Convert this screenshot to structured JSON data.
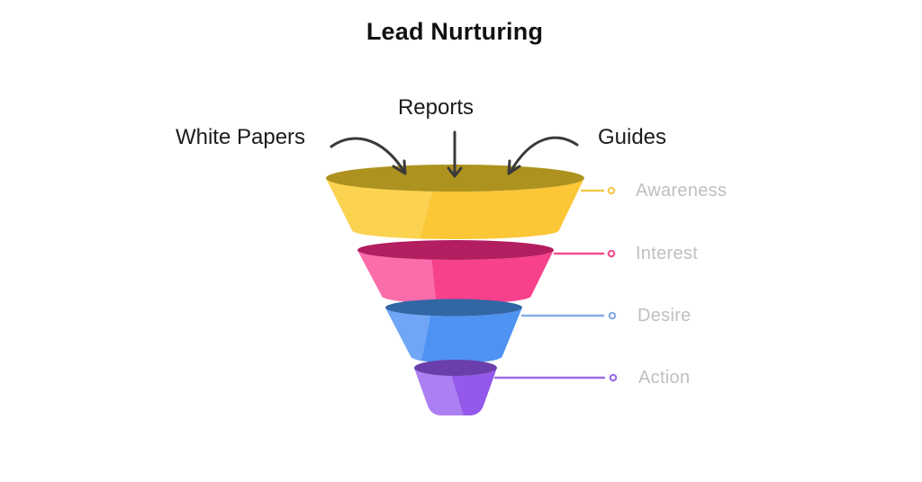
{
  "title": "Lead Nurturing",
  "inputs": {
    "white_papers": "White Papers",
    "reports": "Reports",
    "guides": "Guides"
  },
  "funnel": {
    "stages": [
      {
        "label": "Awareness",
        "top_color": "#AE921F",
        "front_color": "#FBC737",
        "highlight_color": "#FCD351",
        "line_color": "#F3C94D"
      },
      {
        "label": "Interest",
        "top_color": "#B21E5F",
        "front_color": "#F8418D",
        "highlight_color": "#FA6CAA",
        "line_color": "#F04E90"
      },
      {
        "label": "Desire",
        "top_color": "#3167A4",
        "front_color": "#4F93F2",
        "highlight_color": "#70A6F5",
        "line_color": "#86ABE9"
      },
      {
        "label": "Action",
        "top_color": "#6B3FAB",
        "front_color": "#9458EA",
        "highlight_color": "#AC80F2",
        "line_color": "#9C6CE5"
      }
    ],
    "stage_label_color": "#BFBFBF"
  },
  "colors": {
    "arrow": "#3A3A3A",
    "background": "#FFFFFF",
    "title_color": "#111111"
  }
}
